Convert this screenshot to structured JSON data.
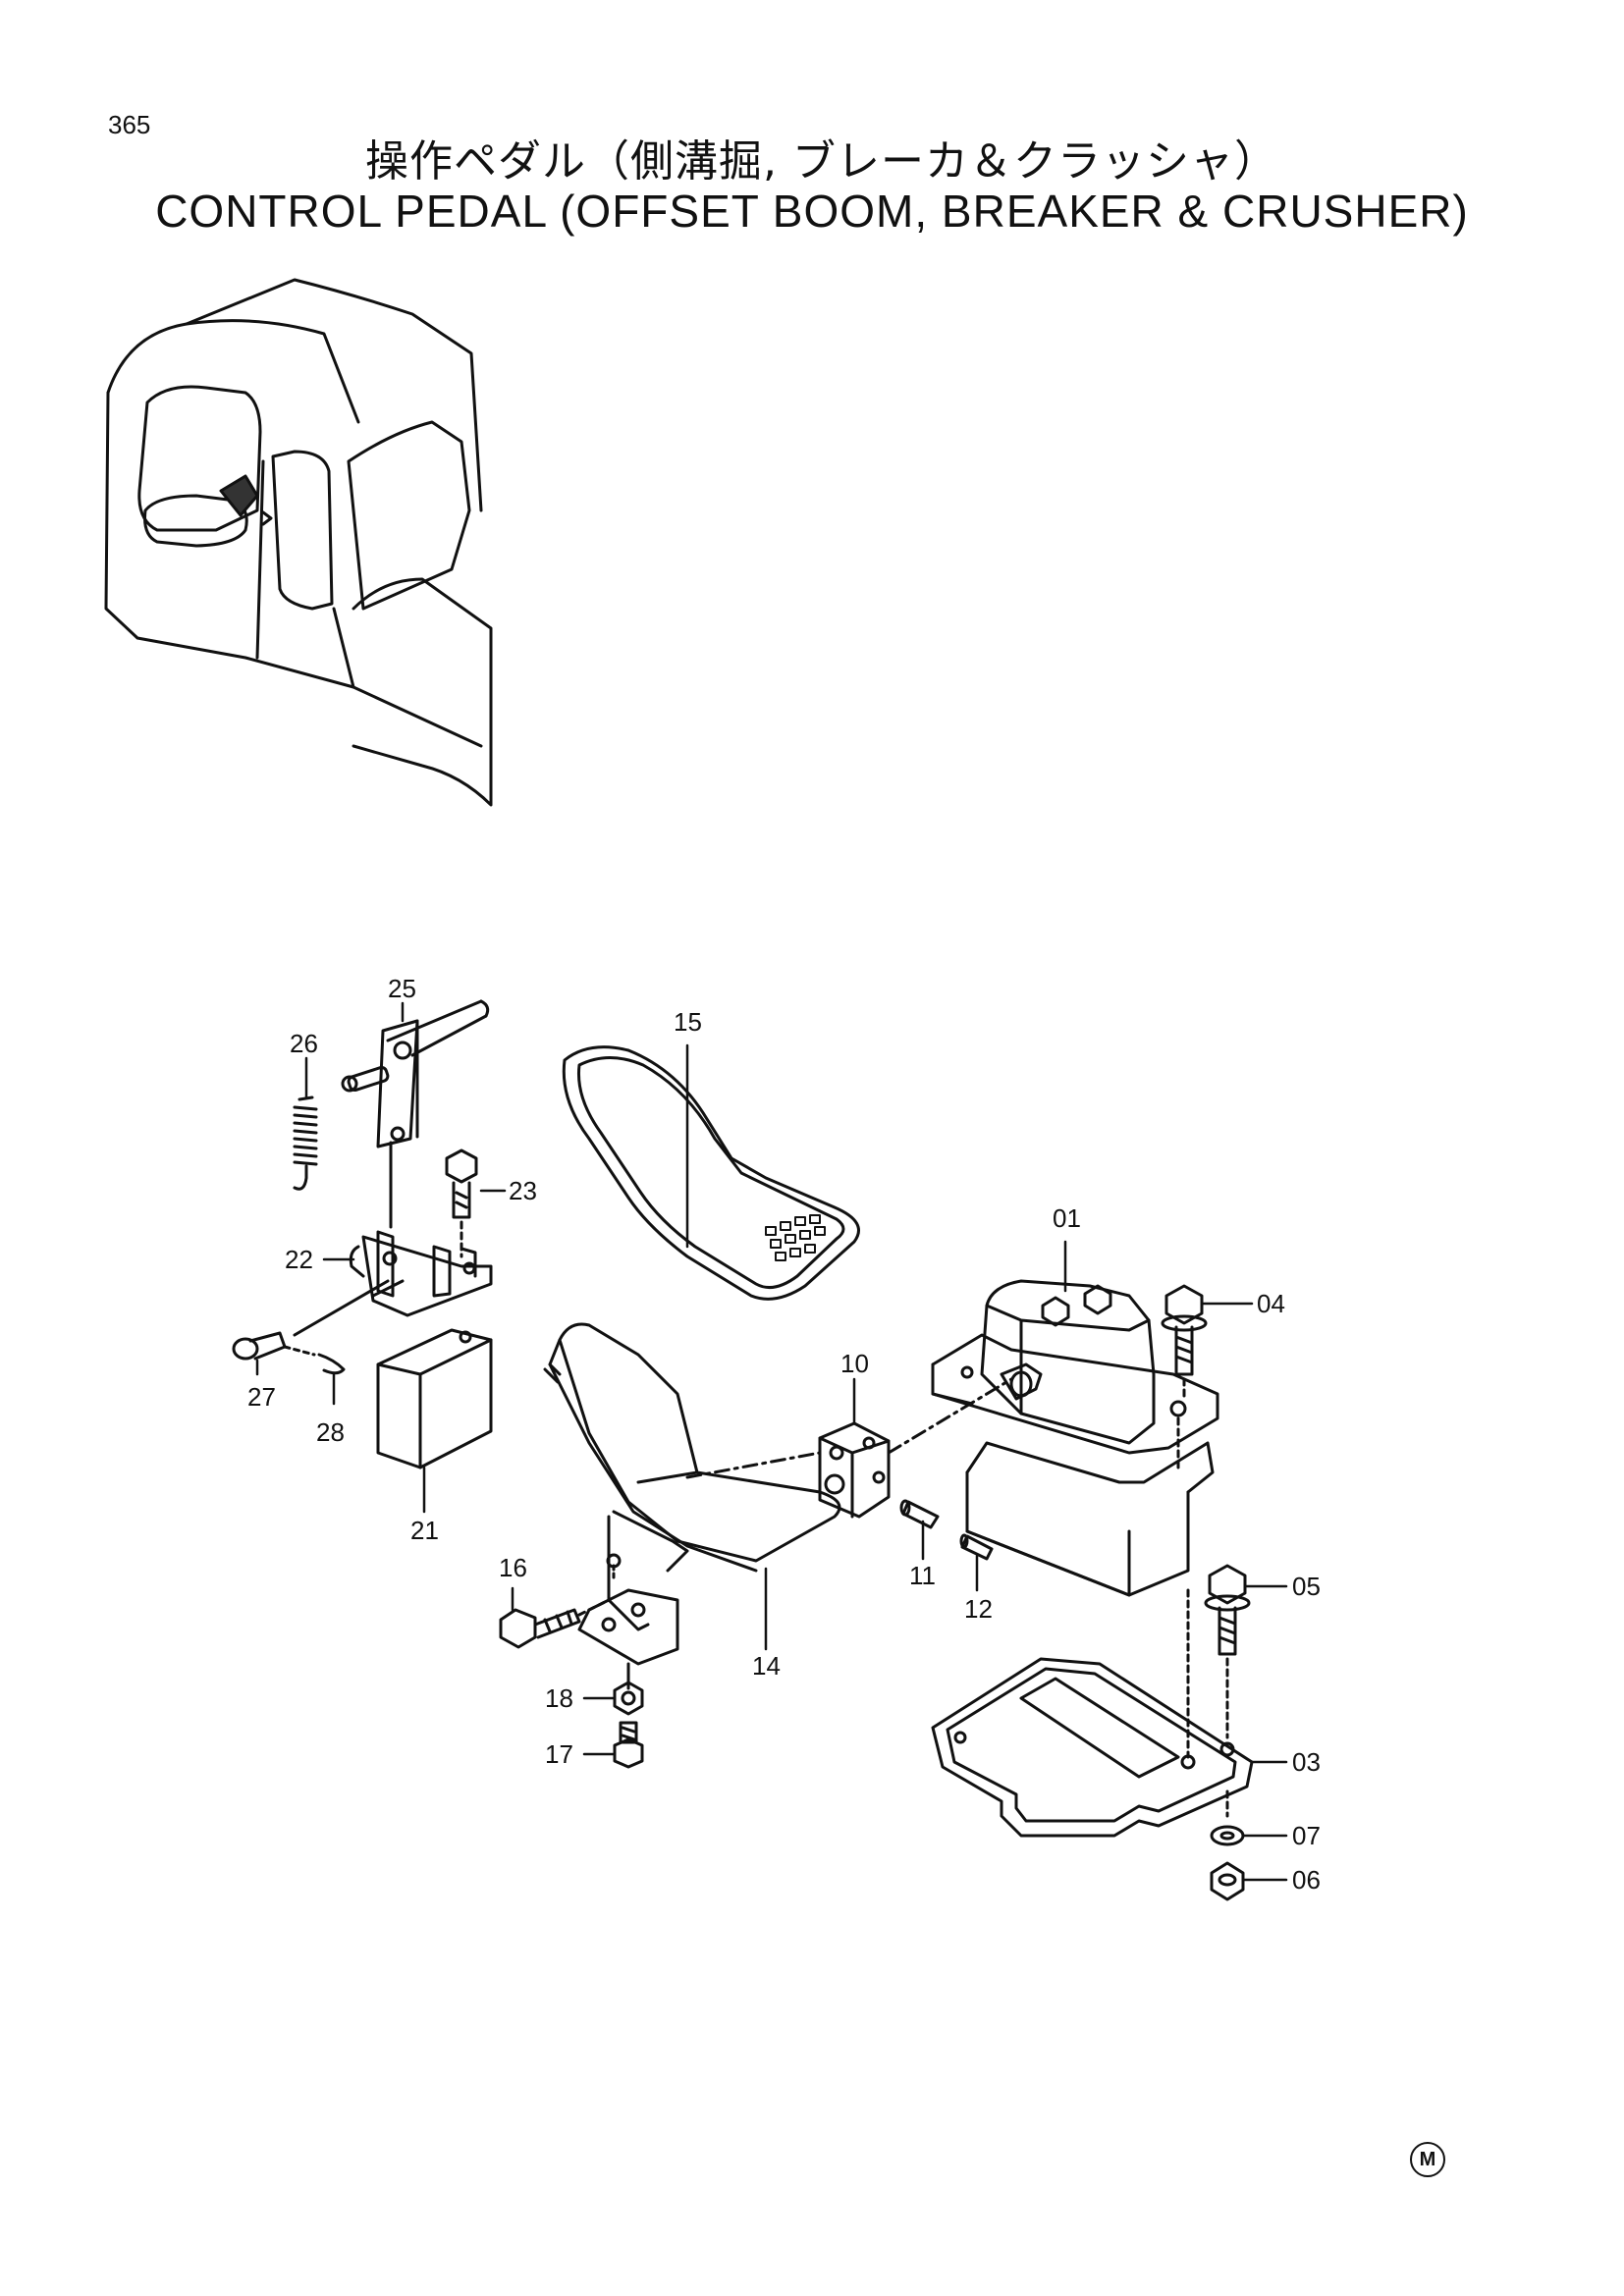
{
  "page_number": "365",
  "title_ja": "操作ペダル（側溝掘, ブレーカ＆クラッシャ）",
  "title_en": "CONTROL  PEDAL  (OFFSET  BOOM, BREAKER & CRUSHER)",
  "callouts": {
    "c01": "01",
    "c03": "03",
    "c04": "04",
    "c05": "05",
    "c06": "06",
    "c07": "07",
    "c10": "10",
    "c11": "11",
    "c12": "12",
    "c14": "14",
    "c15": "15",
    "c16": "16",
    "c17": "17",
    "c18": "18",
    "c21": "21",
    "c22": "22",
    "c23": "23",
    "c25": "25",
    "c26": "26",
    "c27": "27",
    "c28": "28"
  },
  "mark": "M",
  "icons": {
    "mark": "circled-m-icon"
  }
}
